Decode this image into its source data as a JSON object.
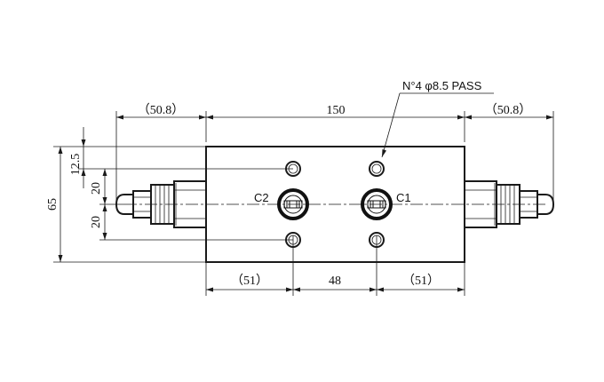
{
  "dimensions": {
    "left_fitting": "（50.8）",
    "body_width": "150",
    "right_fitting": "（50.8）",
    "bottom_left": "（51）",
    "bottom_middle": "48",
    "bottom_right": "（51）",
    "overall_height": "65",
    "top_offset": "12.5",
    "upper_spacing": "20",
    "lower_spacing": "20"
  },
  "labels": {
    "hole_note": "N°4 φ8.5 PASS",
    "port_c2": "C2",
    "port_c1": "C1"
  }
}
